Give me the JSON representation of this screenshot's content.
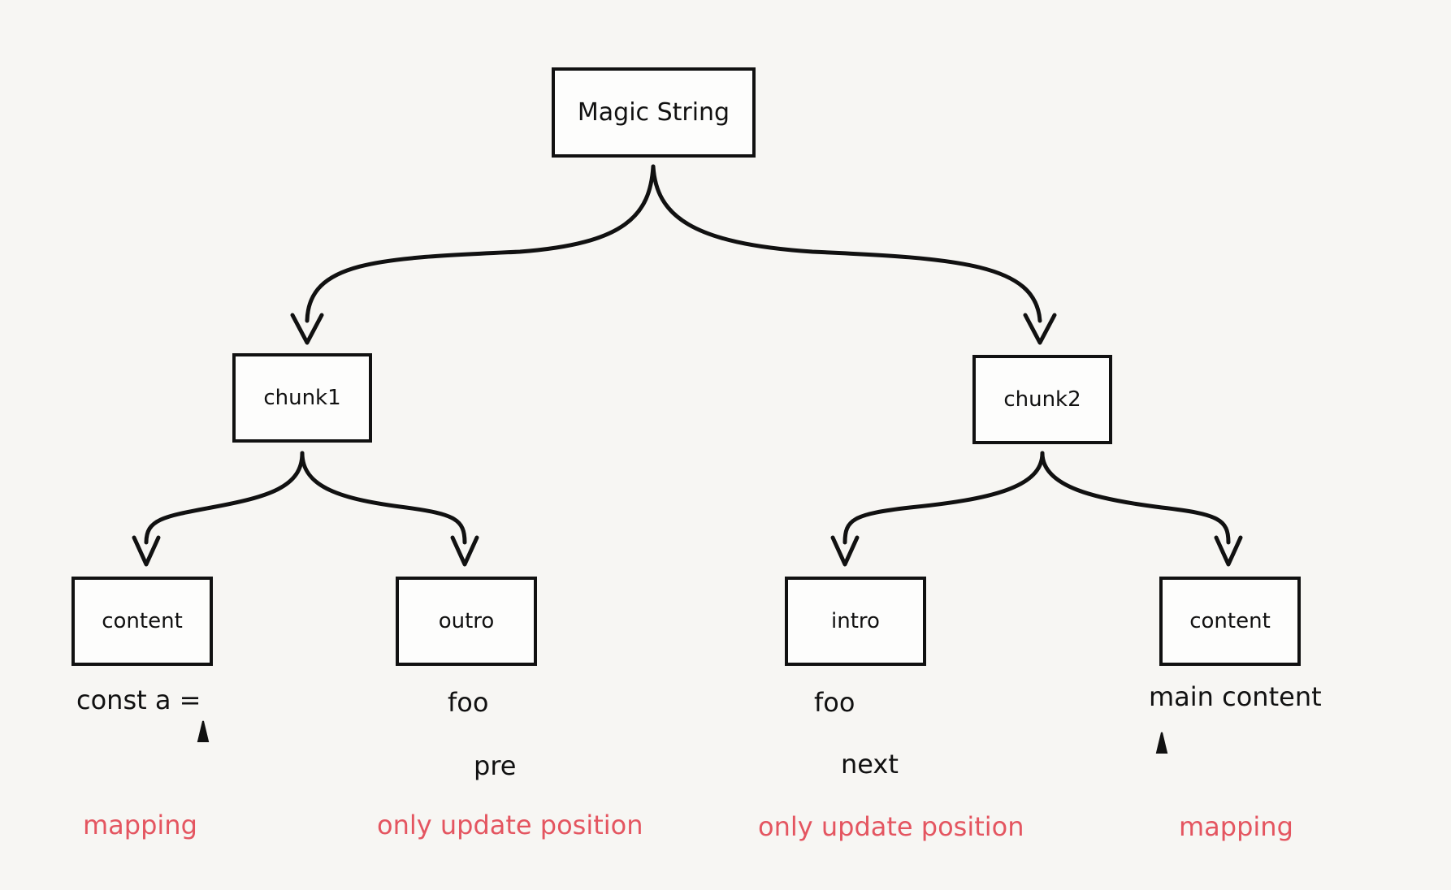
{
  "nodes": {
    "root": "Magic String",
    "chunk1": "chunk1",
    "chunk2": "chunk2",
    "chunk1_content": "content",
    "chunk1_outro": "outro",
    "chunk2_intro": "intro",
    "chunk2_content": "content"
  },
  "texts": {
    "chunk1_content_value": "const a =",
    "chunk1_outro_value": "foo",
    "chunk1_outro_sub": "pre",
    "chunk2_intro_value": "foo",
    "chunk2_intro_sub": "next",
    "chunk2_content_value": "main content"
  },
  "notes": {
    "chunk1_content_note": "mapping",
    "chunk1_outro_note": "only update  position",
    "chunk2_intro_note": "only update  position",
    "chunk2_content_note": "mapping"
  },
  "colors": {
    "stroke": "#111111",
    "note": "#e45560",
    "background": "#f7f6f3"
  }
}
